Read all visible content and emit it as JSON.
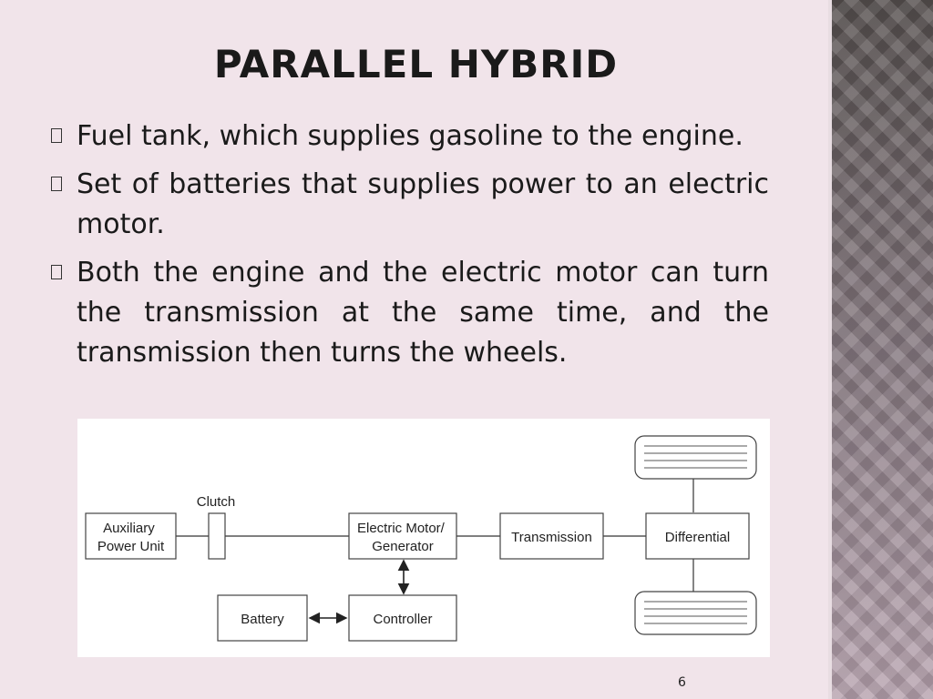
{
  "slide": {
    "title": "PARALLEL HYBRID",
    "page_number": "6"
  },
  "bullets": [
    {
      "text": "Fuel tank, which supplies gasoline to the engine."
    },
    {
      "text": "Set of batteries that supplies power to an electric motor."
    },
    {
      "text": "Both the engine and the electric motor can turn the transmission at the same time, and the transmission then turns the wheels."
    }
  ],
  "diagram": {
    "auxiliary_power_unit": {
      "line1": "Auxiliary",
      "line2": "Power Unit"
    },
    "clutch": "Clutch",
    "electric_motor": {
      "line1": "Electric Motor/",
      "line2": "Generator"
    },
    "transmission": "Transmission",
    "differential": "Differential",
    "battery": "Battery",
    "controller": "Controller"
  }
}
